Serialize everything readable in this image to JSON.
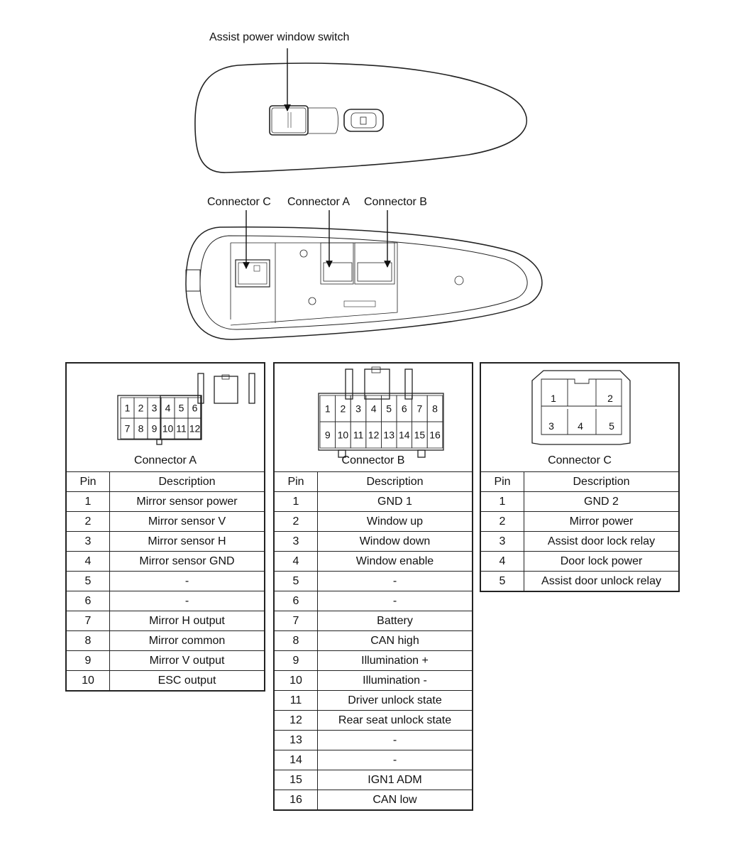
{
  "labels": {
    "assist_switch": "Assist power window switch",
    "connector_c": "Connector C",
    "connector_a": "Connector A",
    "connector_b": "Connector B"
  },
  "connector_a": {
    "title": "Connector A",
    "pin_rows": [
      [
        "1",
        "2",
        "3",
        "4",
        "5",
        "6"
      ],
      [
        "7",
        "8",
        "9",
        "10",
        "11",
        "12"
      ]
    ],
    "header": {
      "pin": "Pin",
      "description": "Description"
    },
    "rows": [
      {
        "pin": "1",
        "description": "Mirror sensor power"
      },
      {
        "pin": "2",
        "description": "Mirror sensor V"
      },
      {
        "pin": "3",
        "description": "Mirror sensor H"
      },
      {
        "pin": "4",
        "description": "Mirror sensor GND"
      },
      {
        "pin": "5",
        "description": "-"
      },
      {
        "pin": "6",
        "description": "-"
      },
      {
        "pin": "7",
        "description": "Mirror H output"
      },
      {
        "pin": "8",
        "description": "Mirror common"
      },
      {
        "pin": "9",
        "description": "Mirror V output"
      },
      {
        "pin": "10",
        "description": "ESC output"
      }
    ]
  },
  "connector_b": {
    "title": "Connector B",
    "pin_rows": [
      [
        "1",
        "2",
        "3",
        "4",
        "5",
        "6",
        "7",
        "8"
      ],
      [
        "9",
        "10",
        "11",
        "12",
        "13",
        "14",
        "15",
        "16"
      ]
    ],
    "header": {
      "pin": "Pin",
      "description": "Description"
    },
    "rows": [
      {
        "pin": "1",
        "description": "GND 1"
      },
      {
        "pin": "2",
        "description": "Window up"
      },
      {
        "pin": "3",
        "description": "Window down"
      },
      {
        "pin": "4",
        "description": "Window enable"
      },
      {
        "pin": "5",
        "description": "-"
      },
      {
        "pin": "6",
        "description": "-"
      },
      {
        "pin": "7",
        "description": "Battery"
      },
      {
        "pin": "8",
        "description": "CAN high"
      },
      {
        "pin": "9",
        "description": "Illumination +"
      },
      {
        "pin": "10",
        "description": "Illumination -"
      },
      {
        "pin": "11",
        "description": "Driver unlock state"
      },
      {
        "pin": "12",
        "description": "Rear seat unlock state"
      },
      {
        "pin": "13",
        "description": "-"
      },
      {
        "pin": "14",
        "description": "-"
      },
      {
        "pin": "15",
        "description": "IGN1 ADM"
      },
      {
        "pin": "16",
        "description": "CAN low"
      }
    ]
  },
  "connector_c": {
    "title": "Connector C",
    "pins": [
      "1",
      "2",
      "3",
      "4",
      "5"
    ],
    "header": {
      "pin": "Pin",
      "description": "Description"
    },
    "rows": [
      {
        "pin": "1",
        "description": "GND 2"
      },
      {
        "pin": "2",
        "description": "Mirror power"
      },
      {
        "pin": "3",
        "description": "Assist door lock relay"
      },
      {
        "pin": "4",
        "description": "Door lock power"
      },
      {
        "pin": "5",
        "description": "Assist door unlock relay"
      }
    ]
  }
}
